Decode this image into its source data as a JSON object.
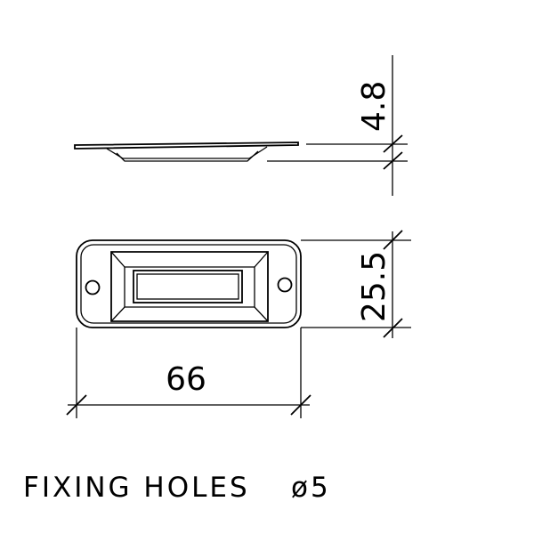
{
  "dimensions": {
    "thickness": "4.8",
    "height": "25.5",
    "width": "66"
  },
  "note": {
    "label": "FIXING HOLES",
    "value": "ø5"
  }
}
